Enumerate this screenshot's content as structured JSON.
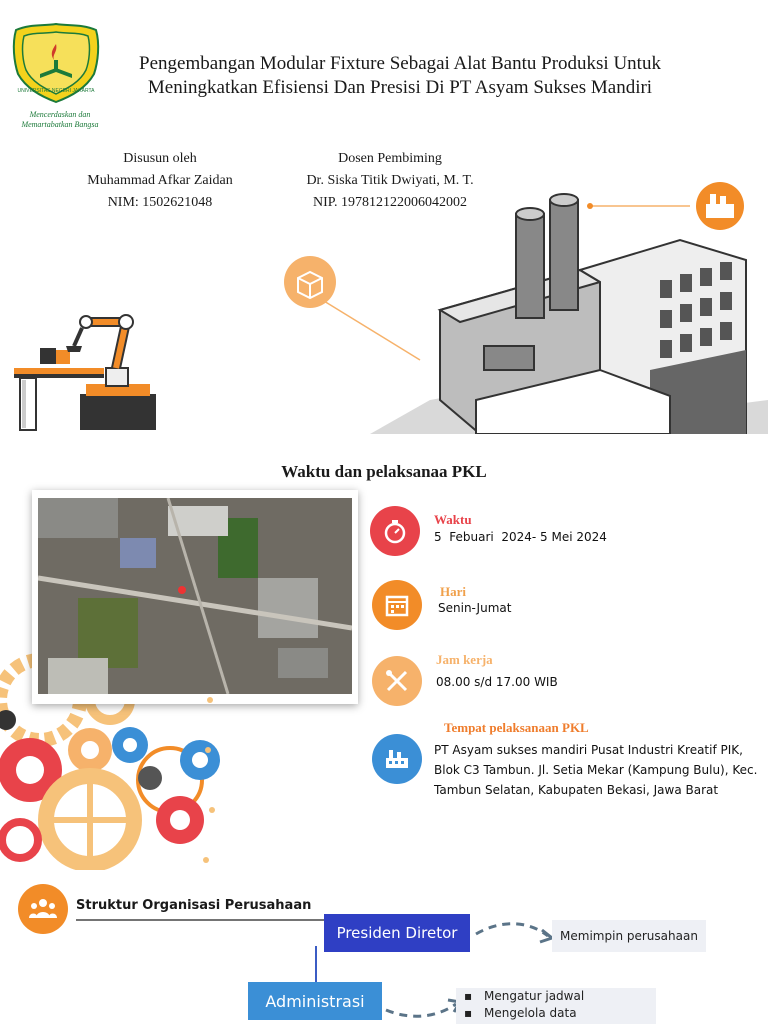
{
  "logo": {
    "university": "UNIVERSITAS NEGERI JAKARTA",
    "motto_line1": "Mencerdaskan dan",
    "motto_line2": "Memartabatkan Bangsa"
  },
  "title": {
    "line1": "Pengembangan Modular Fixture Sebagai Alat Bantu Produksi Untuk",
    "line2": "Meningkatkan Efisiensi Dan Presisi Di PT Asyam Sukses Mandiri"
  },
  "author": {
    "label": "Disusun oleh",
    "name": "Muhammad Afkar Zaidan",
    "nim": "NIM: 1502621048"
  },
  "advisor": {
    "label": "Dosen Pembiming",
    "name": "Dr. Siska Titik Dwiyati, M. T.",
    "nip": "NIP. 197812122006042002"
  },
  "schedule": {
    "title": "Waktu dan pelaksanaa PKL",
    "items": [
      {
        "label": "Waktu",
        "value": "5  Febuari  2024- 5 Mei 2024",
        "color": "#e8434a",
        "icon": "stopwatch-icon"
      },
      {
        "label": "Hari",
        "value": "Senin-Jumat",
        "color": "#f0a04b",
        "icon": "calendar-icon"
      },
      {
        "label": "Jam kerja",
        "value": "08.00 s/d 17.00 WIB",
        "color": "#f6b26b",
        "icon": "tools-icon"
      },
      {
        "label": "Tempat pelaksanaan PKL",
        "value_lines": [
          "PT Asyam sukses mandiri Pusat Industri Kreatif PIK,",
          "Blok C3 Tambun. Jl. Setia Mekar (Kampung Bulu), Kec.",
          "Tambun Selatan, Kabupaten Bekasi, Jawa Barat"
        ],
        "color": "#ef7d2d",
        "icon": "factory-icon"
      }
    ]
  },
  "org": {
    "title": "Struktur Organisasi Perusahaan",
    "president": "Presiden Diretor",
    "president_task": "Memimpin perusahaan",
    "admin": "Administrasi",
    "admin_tasks": [
      "Mengatur jadwal",
      "Mengelola data"
    ]
  },
  "colors": {
    "orange": "#f28c28",
    "blue_box": "#2f3fc4",
    "admin_box": "#3b8fd6"
  }
}
